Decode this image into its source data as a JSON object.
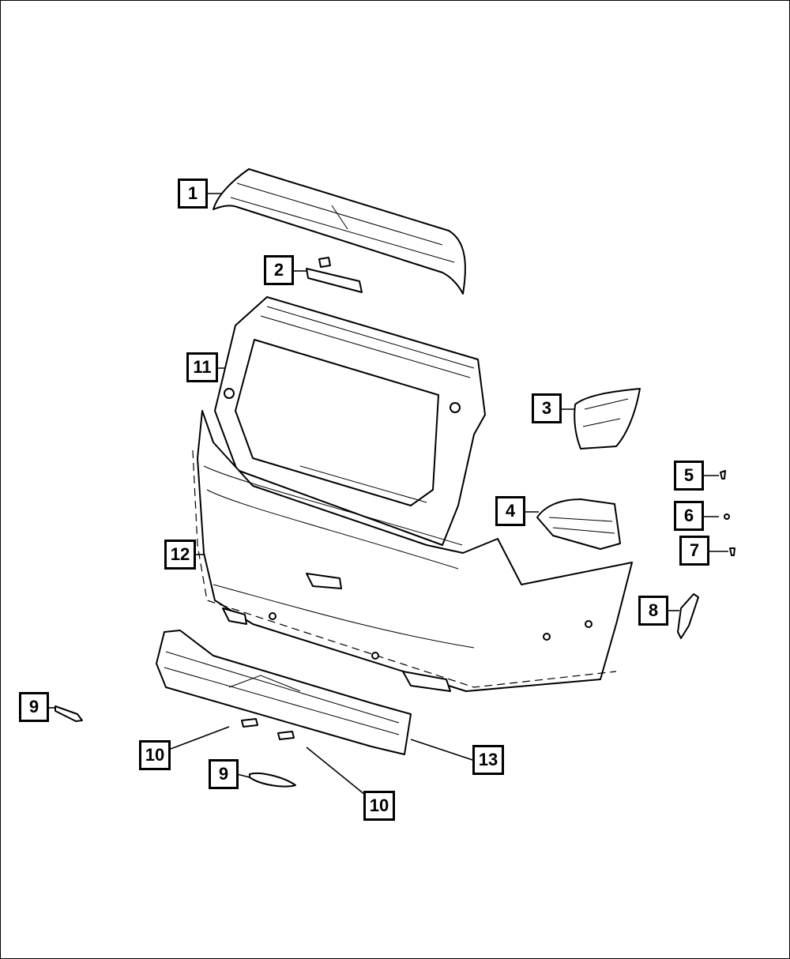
{
  "callouts": [
    {
      "id": "c1",
      "label": "1"
    },
    {
      "id": "c2",
      "label": "2"
    },
    {
      "id": "c3",
      "label": "3"
    },
    {
      "id": "c4",
      "label": "4"
    },
    {
      "id": "c5",
      "label": "5"
    },
    {
      "id": "c6",
      "label": "6"
    },
    {
      "id": "c7",
      "label": "7"
    },
    {
      "id": "c8",
      "label": "8"
    },
    {
      "id": "c9a",
      "label": "9"
    },
    {
      "id": "c9b",
      "label": "9"
    },
    {
      "id": "c10a",
      "label": "10"
    },
    {
      "id": "c10b",
      "label": "10"
    },
    {
      "id": "c11",
      "label": "11"
    },
    {
      "id": "c12",
      "label": "12"
    },
    {
      "id": "c13",
      "label": "13"
    }
  ]
}
